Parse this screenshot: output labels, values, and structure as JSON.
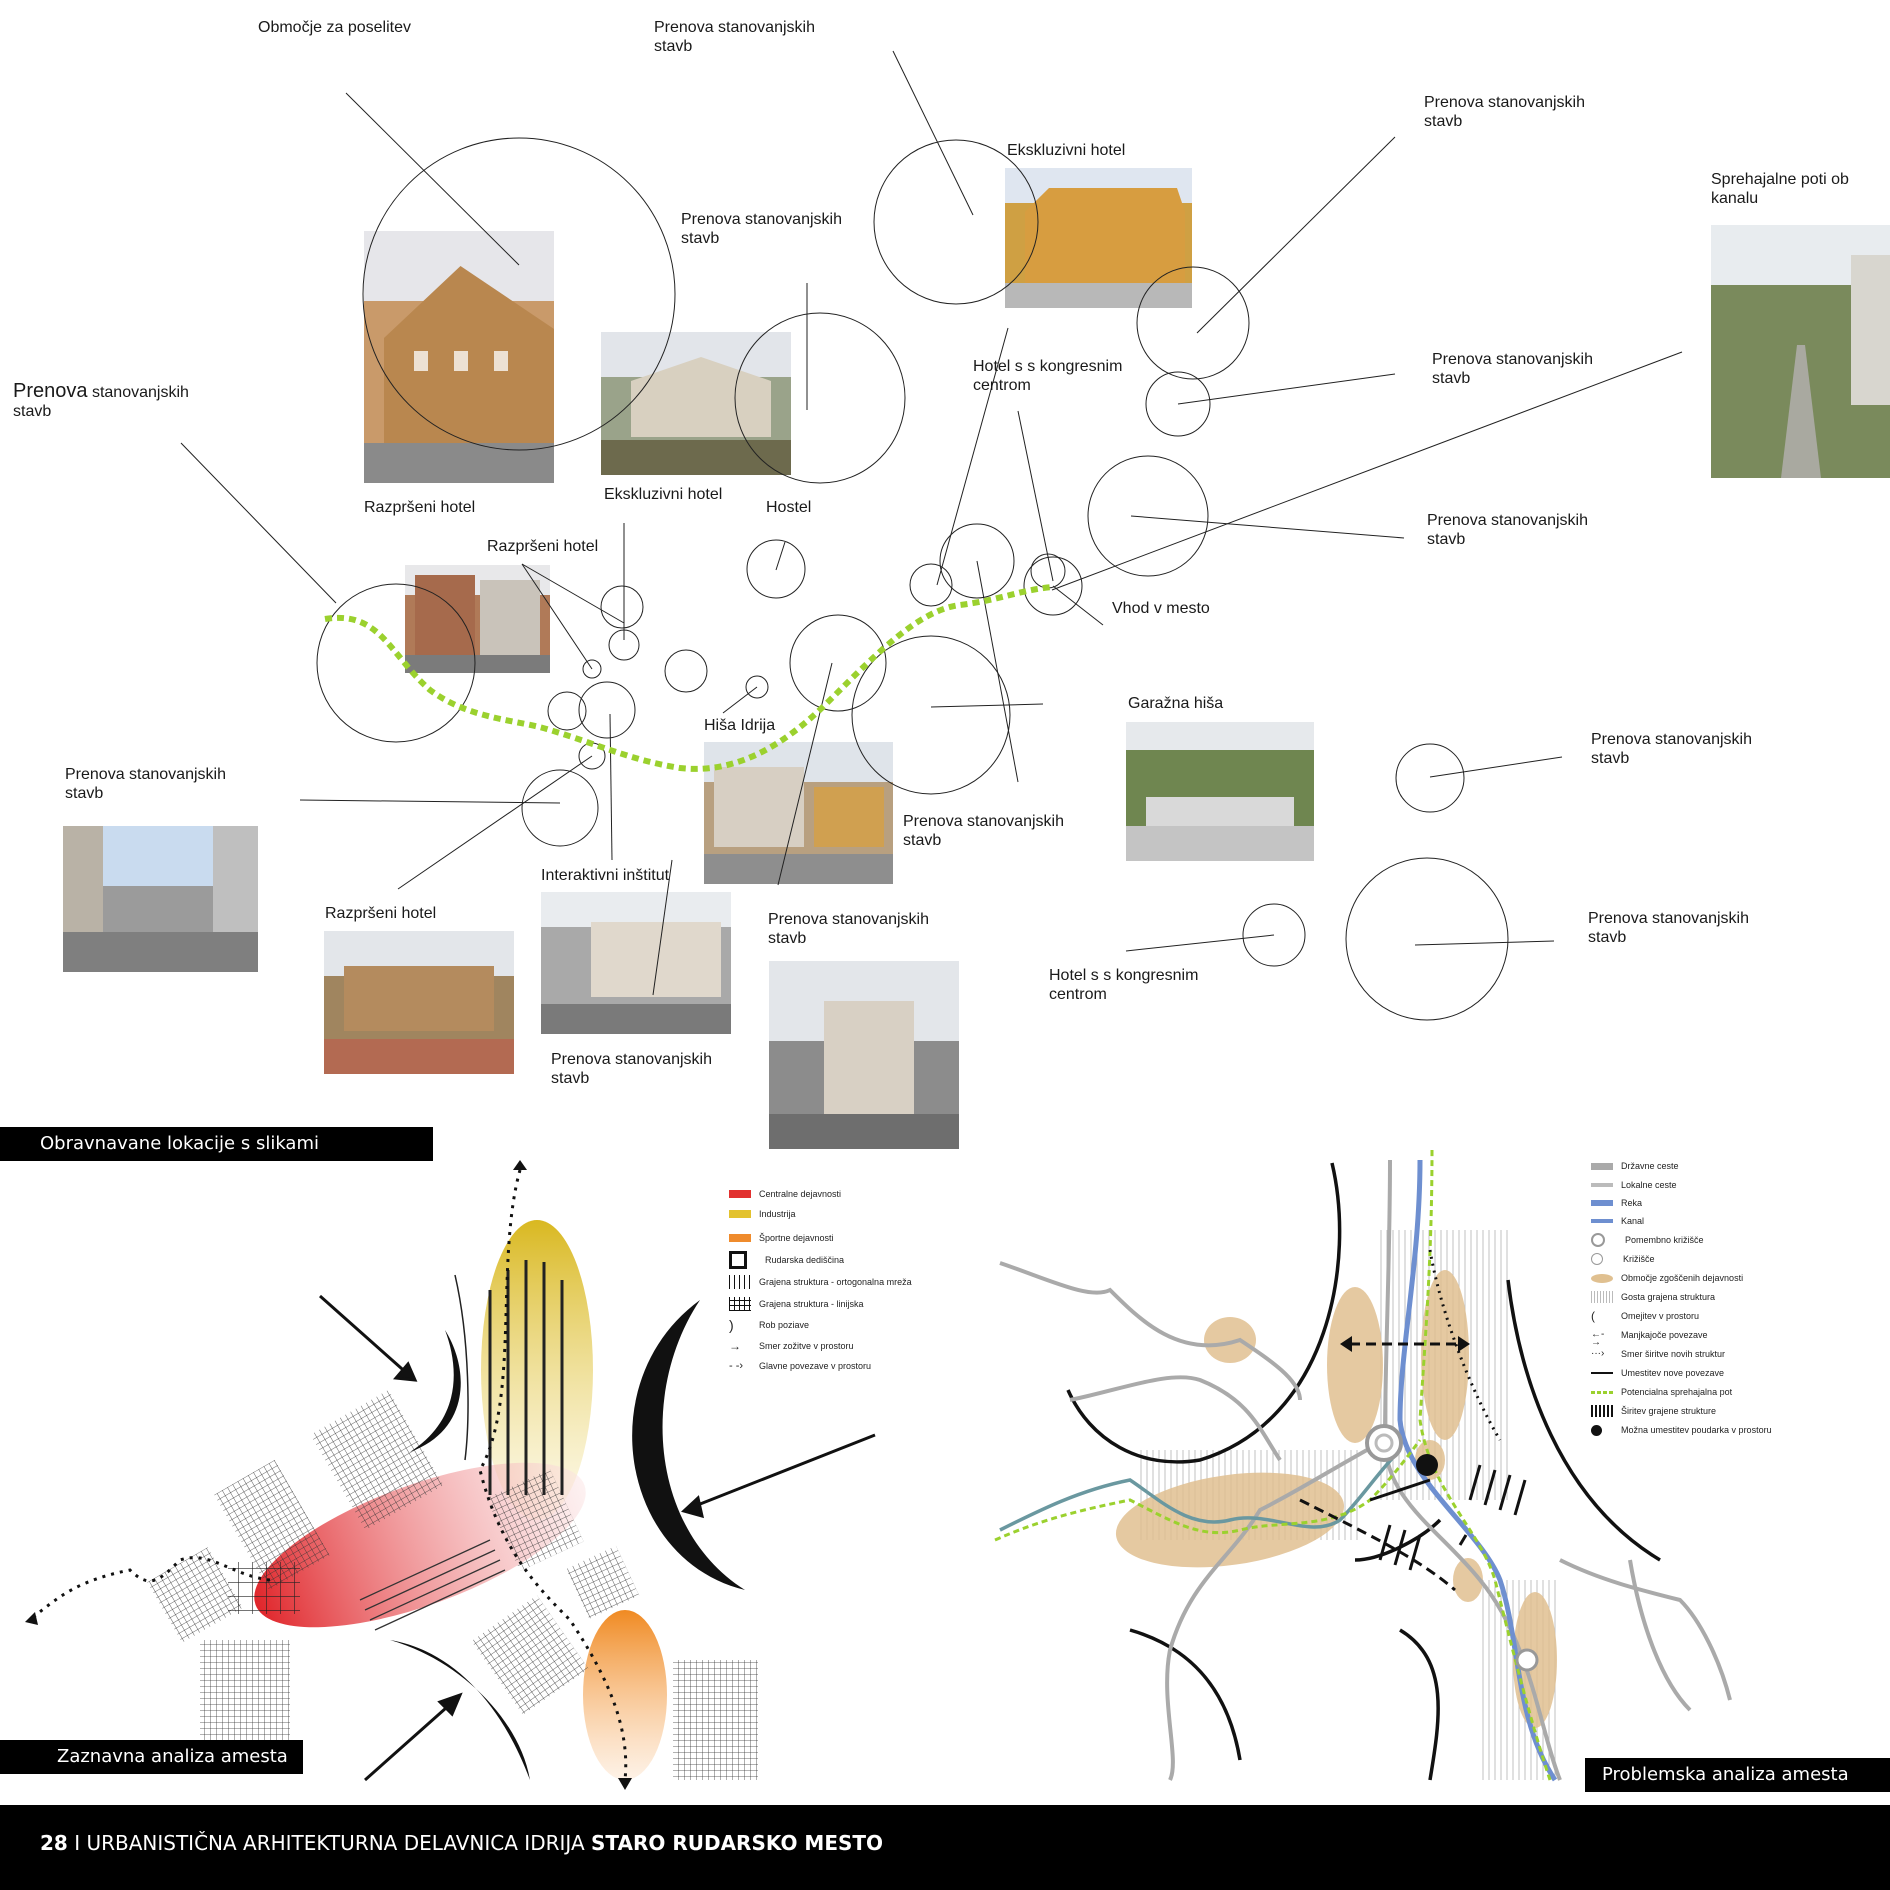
{
  "labels": {
    "l1": "Območje za poselitev",
    "l2": "Prenova stanovanjskih\nstavb",
    "l3": "Prenova stanovanjskih\nstavb",
    "l4": "Ekskluzivni hotel",
    "l5": "Prenova stanovanjskih\nstavb",
    "l6": "Sprehajalne poti ob\nkanalu",
    "l7_a": "Prenova",
    "l7_b": " stanovanjskih\nstavb",
    "l8": "Hotel s s kongresnim\ncentrom",
    "l9": "Prenova stanovanjskih\nstavb",
    "l10": "Razpršeni hotel",
    "l11": "Ekskluzivni hotel",
    "l12": "Hostel",
    "l13": "Prenova stanovanjskih\nstavb",
    "l14": "Razpršeni hotel",
    "l15": "Vhod v mesto",
    "l16": "Garažna hiša",
    "l17": "Hiša Idrija",
    "l18": "Prenova stanovanjskih\nstavb",
    "l19": "Prenova stanovanjskih\nstavb",
    "l20": "Prenova stanovanjskih\nstavb",
    "l21": "Interaktivni inštitut",
    "l22": "Razpršeni hotel",
    "l23": "Prenova stanovanjskih\nstavb",
    "l24": "Prenova stanovanjskih\nstavb",
    "l25": "Hotel s s kongresnim\ncentrom",
    "l26": "Prenova stanovanjskih\nstavb"
  },
  "sections": {
    "top": "Obravnavane lokacije s slikami",
    "left": "Zaznavna analiza amesta",
    "right": "Problemska analiza amesta"
  },
  "legend_left": [
    {
      "label": "Centralne dejavnosti",
      "color": "#e2312f"
    },
    {
      "label": "Industrija",
      "color": "#e3c22e"
    },
    {
      "label": "Športne dejavnosti",
      "color": "#ef8b2c"
    },
    {
      "label": "Rudarska dediščina",
      "color": "#111111"
    },
    {
      "label": "Grajena struktura - ortogonalna mreža",
      "color": "#111111"
    },
    {
      "label": "Grajena struktura - linijska",
      "color": "#111111"
    },
    {
      "label": "Rob poziave",
      "color": "#111111"
    },
    {
      "label": "Smer zožitve v prostoru",
      "color": "#111111"
    },
    {
      "label": "Glavne povezave v prostoru",
      "color": "#111111"
    }
  ],
  "legend_right": [
    {
      "label": "Državne ceste",
      "color": "#aaaaaa"
    },
    {
      "label": "Lokalne ceste",
      "color": "#bbbbbb"
    },
    {
      "label": "Reka",
      "color": "#6e8fd0"
    },
    {
      "label": "Kanal",
      "color": "#6e8fd0"
    },
    {
      "label": "Pomembno križišče",
      "color": "#999999"
    },
    {
      "label": "Križišče",
      "color": "#999999"
    },
    {
      "label": "Območje zgoščenih dejavnosti",
      "color": "#e0c090"
    },
    {
      "label": "Gosta grajena struktura",
      "color": "#bbbbbb"
    },
    {
      "label": "Omejitev v prostoru",
      "color": "#111111"
    },
    {
      "label": "Manjkajoče povezave",
      "color": "#111111"
    },
    {
      "label": "Smer širitve novih struktur",
      "color": "#111111"
    },
    {
      "label": "Umestitev nove povezave",
      "color": "#111111"
    },
    {
      "label": "Potencialna sprehajalna pot",
      "color": "#9bd12e"
    },
    {
      "label": "Širitev grajene strukture",
      "color": "#111111"
    },
    {
      "label": "Možna umestitev poudarka v prostoru",
      "color": "#111111"
    }
  ],
  "footer": {
    "page": "28",
    "sep": " I URBANISTIČNA ARHITEKTURNA DELAVNICA IDRIJA ",
    "bold": "STARO RUDARSKO MESTO"
  },
  "colors": {
    "walkway": "#9bd12e",
    "river": "#6e8fd0",
    "activity": "#e0c090"
  }
}
